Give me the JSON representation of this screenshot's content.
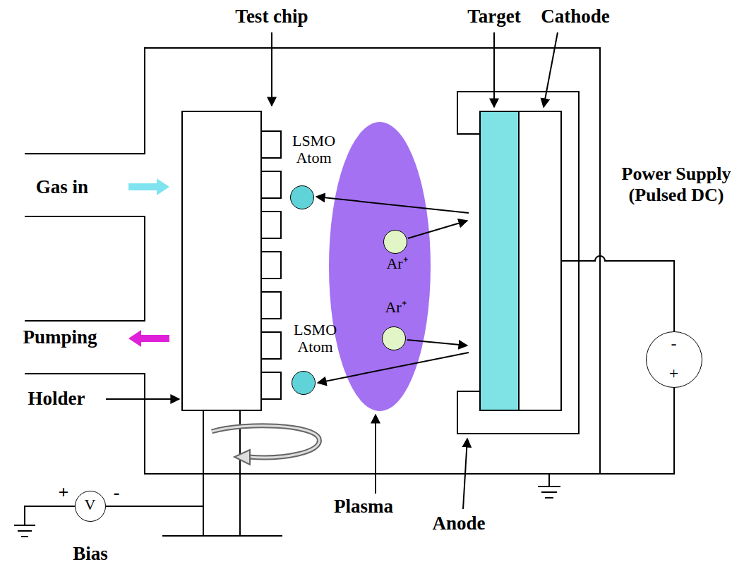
{
  "diagram": {
    "nodes": [
      {
        "text": [
          "LSMO Atom"
        ]
      },
      {
        "text": [
          "LSMO Atom"
        ]
      },
      {
        "text": [
          "Ar⁺"
        ]
      },
      {
        "text": [
          "Ar⁺"
        ]
      },
      {
        "text": [
          "V"
        ]
      },
      {
        "text": [
          "-",
          "+"
        ]
      }
    ],
    "labels": [
      "Test chip",
      "Target",
      "Cathode",
      "Gas in",
      "Pumping",
      "Holder",
      "Power Supply (Pulsed DC)",
      "Plasma",
      "Anode",
      "Bias",
      "+",
      "-"
    ]
  }
}
